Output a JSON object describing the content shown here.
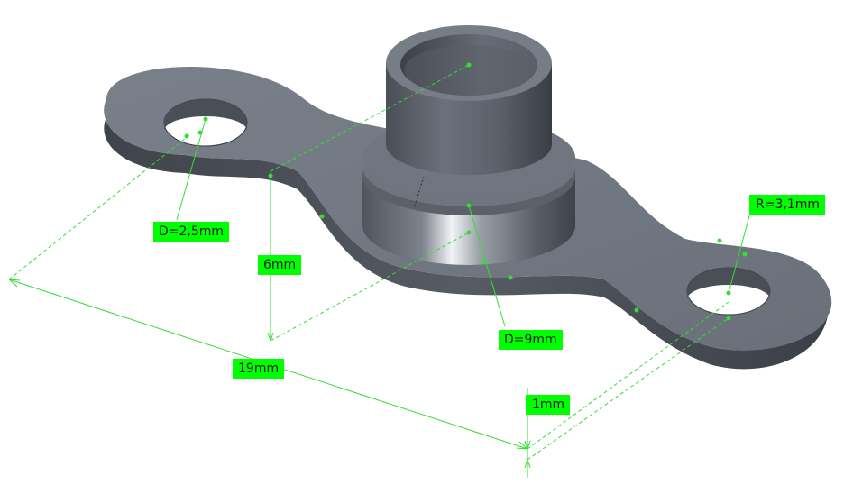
{
  "colors": {
    "label_bg": "#00ff00",
    "dim_line": "#33dd33",
    "part_top": "#767c86",
    "part_side": "#4c515a",
    "part_dark": "#3e4249",
    "highlight": "#f2f4f6"
  },
  "dimensions": {
    "hole_diameter": "D=2,5mm",
    "boss_height": "6mm",
    "boss_diameter": "D=9mm",
    "lobe_radius": "R=3,1mm",
    "overall_length": "19mm",
    "plate_thickness": "1mm"
  }
}
